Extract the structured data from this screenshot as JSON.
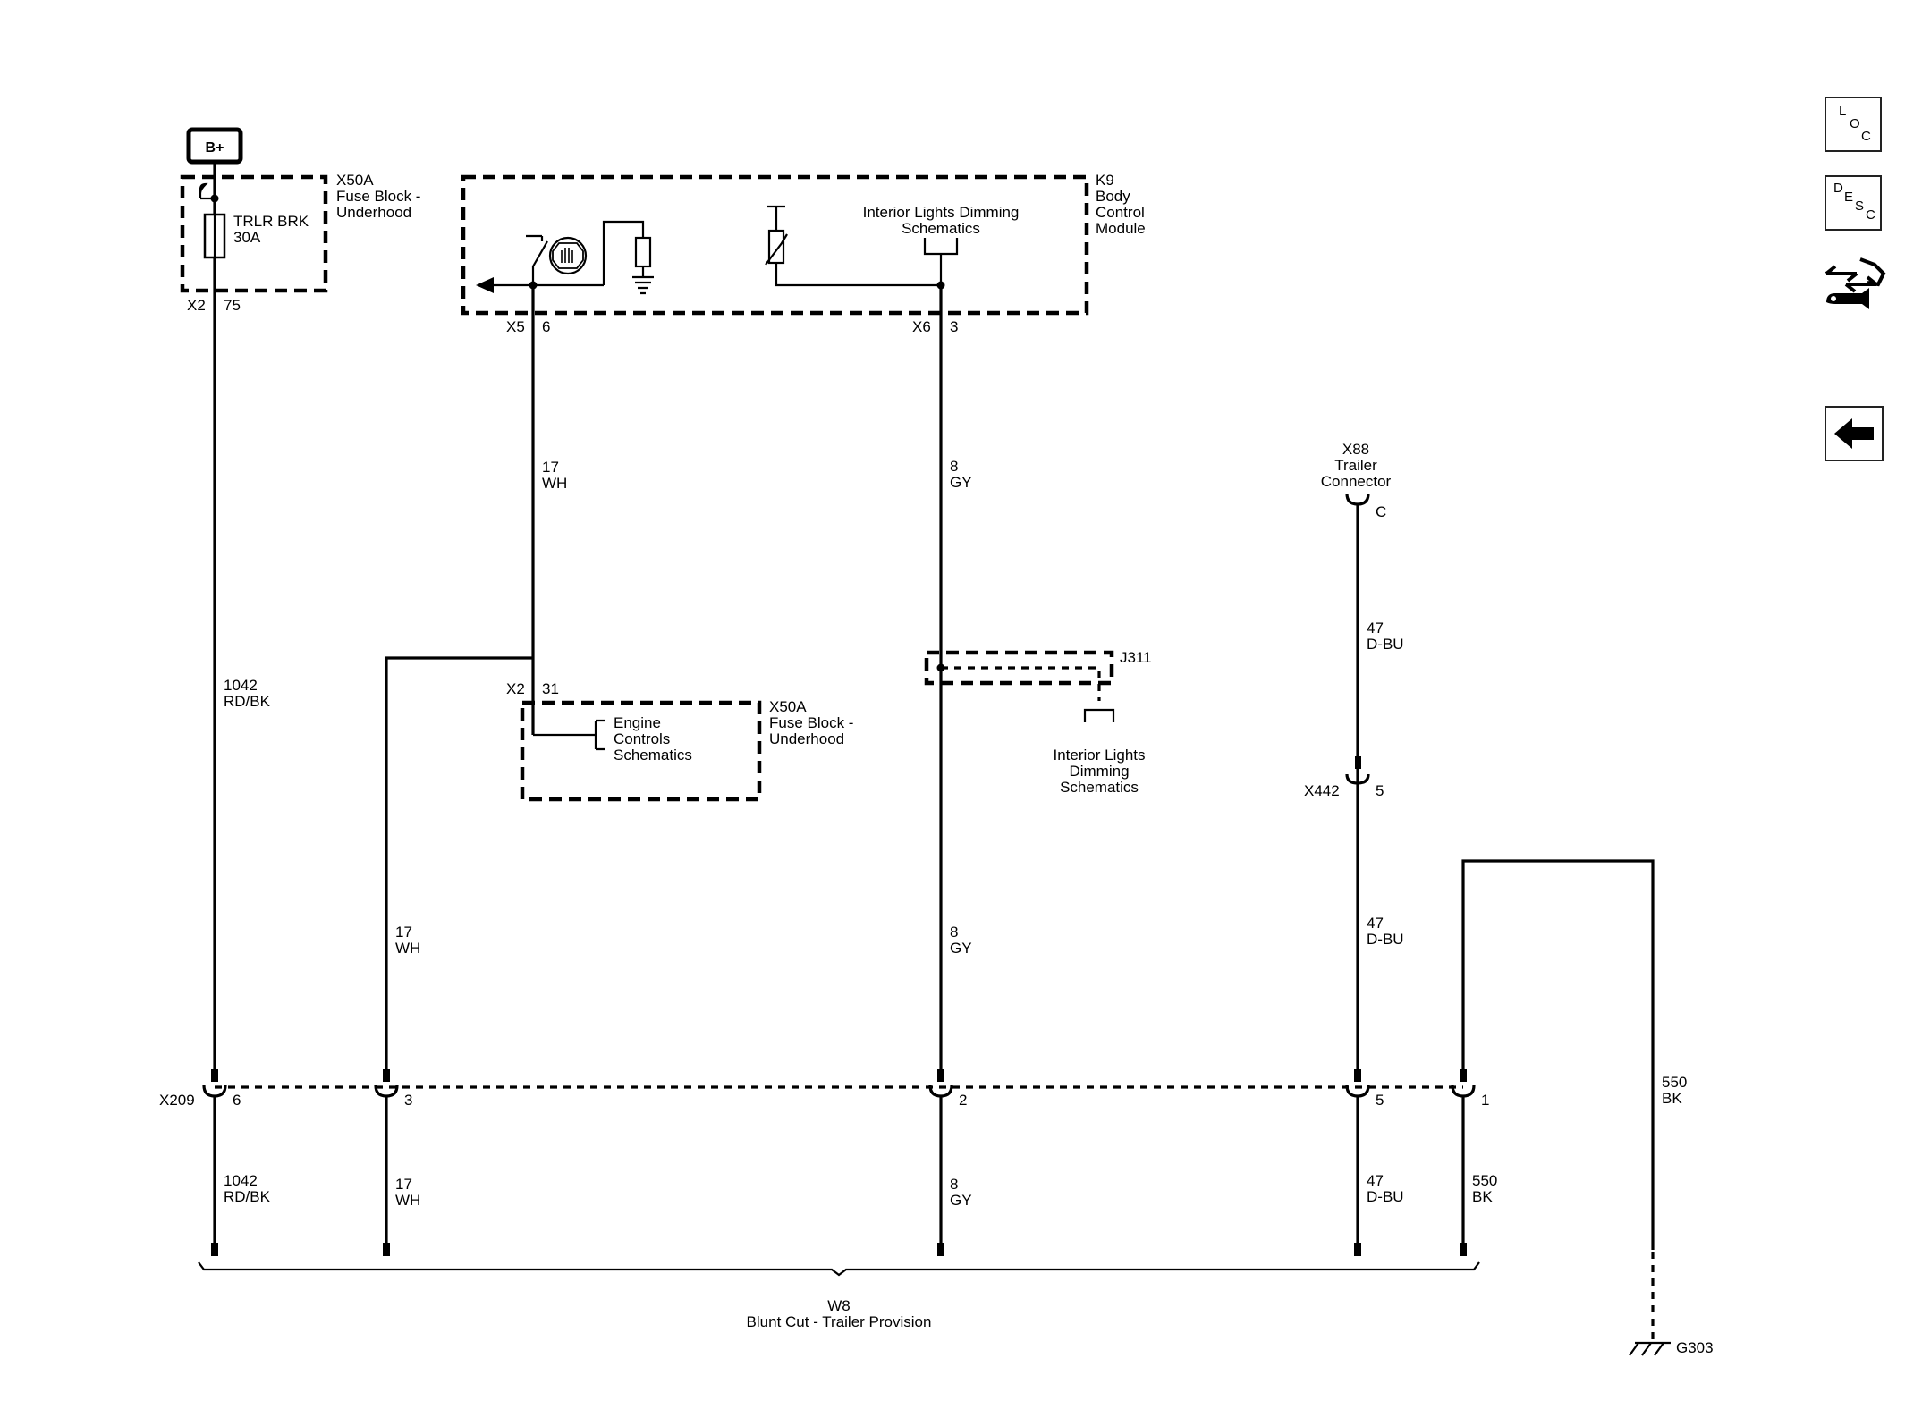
{
  "bplus": "B+",
  "fuse_block": {
    "id": "X50A",
    "line1": "Fuse Block -",
    "line2": "Underhood",
    "fuse_name": "TRLR BRK",
    "fuse_rating": "30A",
    "connector": "X2",
    "pin": "75"
  },
  "bcm": {
    "id": "K9",
    "line1": "Body",
    "line2": "Control",
    "line3": "Module",
    "ref_line1": "Interior Lights Dimming",
    "ref_line2": "Schematics",
    "conn_a": "X5",
    "pin_a": "6",
    "conn_b": "X6",
    "pin_b": "3"
  },
  "fuse_block_2": {
    "id": "X50A",
    "line1": "Fuse Block -",
    "line2": "Underhood",
    "connector": "X2",
    "pin": "31",
    "ref_line1": "Engine",
    "ref_line2": "Controls",
    "ref_line3": "Schematics"
  },
  "splice": {
    "id": "J311",
    "ref_line1": "Interior Lights",
    "ref_line2": "Dimming",
    "ref_line3": "Schematics"
  },
  "trailer_connector": {
    "id": "X88",
    "line1": "Trailer",
    "line2": "Connector",
    "pin": "C"
  },
  "inline_x442": {
    "id": "X442",
    "pin": "5"
  },
  "inline_x209": {
    "id": "X209",
    "pins": [
      "6",
      "3",
      "2",
      "5",
      "1"
    ]
  },
  "wires": {
    "w1042_upper": {
      "circuit": "1042",
      "color": "RD/BK"
    },
    "w1042_lower": {
      "circuit": "1042",
      "color": "RD/BK"
    },
    "w17_upper": {
      "circuit": "17",
      "color": "WH"
    },
    "w17_mid": {
      "circuit": "17",
      "color": "WH"
    },
    "w17_lower": {
      "circuit": "17",
      "color": "WH"
    },
    "w8_upper": {
      "circuit": "8",
      "color": "GY"
    },
    "w8_mid": {
      "circuit": "8",
      "color": "GY"
    },
    "w8_lower": {
      "circuit": "8",
      "color": "GY"
    },
    "w47_upper": {
      "circuit": "47",
      "color": "D-BU"
    },
    "w47_mid": {
      "circuit": "47",
      "color": "D-BU"
    },
    "w47_lower": {
      "circuit": "47",
      "color": "D-BU"
    },
    "w550_right": {
      "circuit": "550",
      "color": "BK"
    },
    "w550_lower": {
      "circuit": "550",
      "color": "BK"
    }
  },
  "harness": {
    "id": "W8",
    "description": "Blunt Cut - Trailer Provision"
  },
  "ground": {
    "id": "G303"
  },
  "side_buttons": {
    "loc": {
      "l": "L",
      "o": "O",
      "c": "C"
    },
    "desc": {
      "d": "D",
      "e": "E",
      "s": "S",
      "c": "C"
    }
  }
}
